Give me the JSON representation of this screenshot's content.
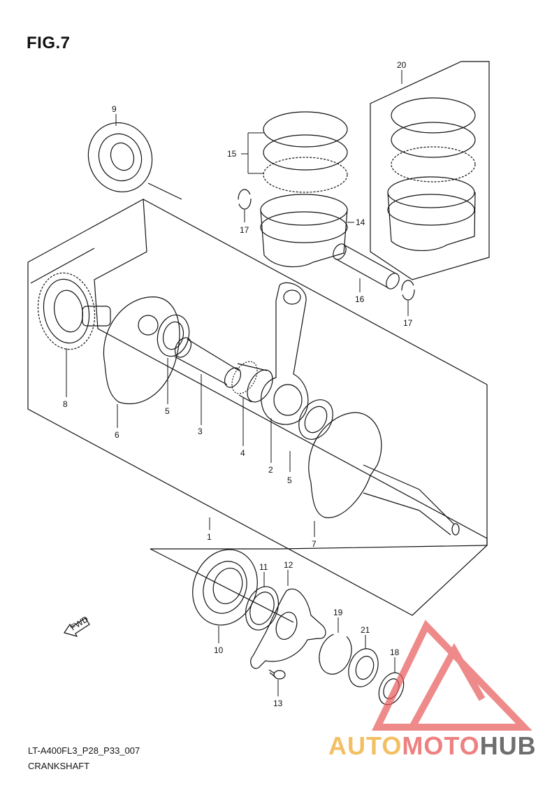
{
  "figure": {
    "title": "FIG.7"
  },
  "footer": {
    "code": "LT-A400FL3_P28_P33_007",
    "name": "CRANKSHAFT"
  },
  "watermark": {
    "part1": "AUTO",
    "part2": "MOTO",
    "part3": "HUB",
    "colors": {
      "auto": "#f2b548",
      "moto": "#ec6a6a",
      "hub": "#555555",
      "triangle": "#e85a5a"
    }
  },
  "fwd_label": "FWD",
  "callouts": {
    "c1": "1",
    "c2": "2",
    "c3": "3",
    "c4": "4",
    "c5a": "5",
    "c5b": "5",
    "c6": "6",
    "c7": "7",
    "c8": "8",
    "c9": "9",
    "c10": "10",
    "c11": "11",
    "c12": "12",
    "c13": "13",
    "c14": "14",
    "c15": "15",
    "c16": "16",
    "c17a": "17",
    "c17b": "17",
    "c18": "18",
    "c19": "19",
    "c20": "20",
    "c21": "21"
  }
}
